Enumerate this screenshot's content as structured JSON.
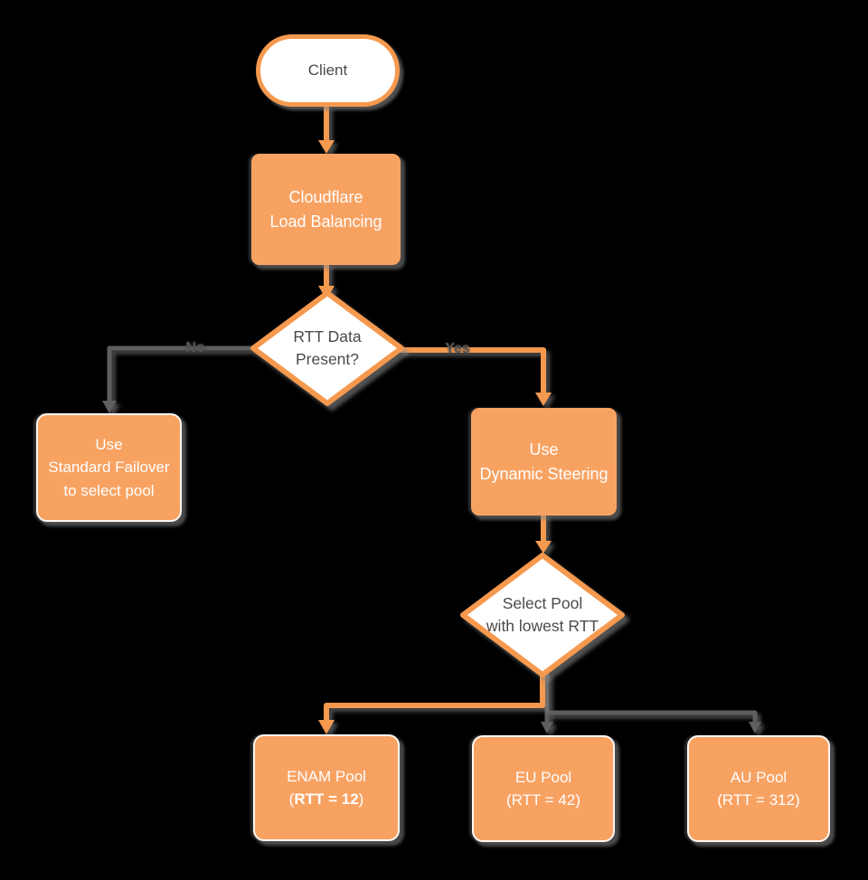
{
  "diagram": {
    "colors": {
      "background": "#000000",
      "orange_fill": "#F8A262",
      "orange_stroke": "#F5994F",
      "gray_line": "#5F5F5F",
      "dark_text": "#4A4A4A",
      "white_text": "#FFFFFF",
      "label_text": "#545454"
    },
    "nodes": {
      "client": {
        "label": "Client"
      },
      "load_balancing": {
        "line1": "Cloudflare",
        "line2": "Load Balancing"
      },
      "rtt_decision": {
        "line1": "RTT Data",
        "line2": "Present?"
      },
      "standard_failover": {
        "line1": "Use",
        "line2": "Standard Failover",
        "line3": "to select pool"
      },
      "dynamic_steering": {
        "line1": "Use",
        "line2": "Dynamic Steering"
      },
      "select_pool": {
        "line1": "Select Pool",
        "line2": "with lowest RTT"
      },
      "enam_pool": {
        "line1": "ENAM Pool",
        "open_paren": "(",
        "rtt_bold": "RTT = 12",
        "close_paren": ")"
      },
      "eu_pool": {
        "line1": "EU Pool",
        "line2": "(RTT = 42)"
      },
      "au_pool": {
        "line1": "AU Pool",
        "line2": "(RTT = 312)"
      }
    },
    "edge_labels": {
      "no": "No",
      "yes": "Yes"
    }
  }
}
